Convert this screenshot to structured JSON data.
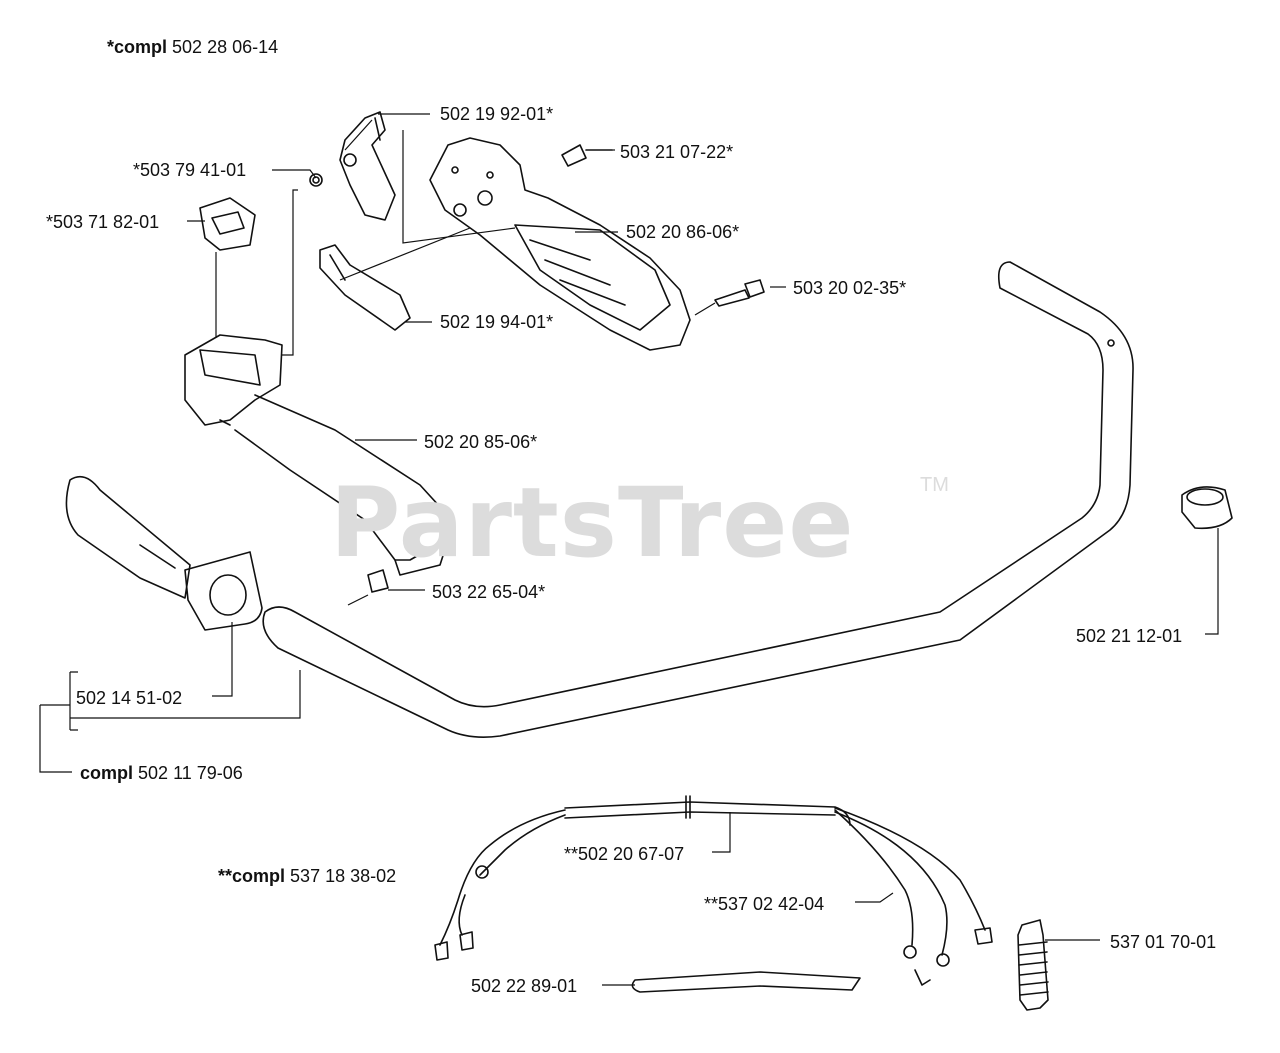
{
  "watermark": {
    "text": "PartsTree",
    "tm": "TM"
  },
  "labels": {
    "compl_top": {
      "prefix": "*compl",
      "number": "502 28 06-14"
    },
    "p_502_19_92_01": "502 19 92-01*",
    "p_503_21_07_22": "503 21 07-22*",
    "p_503_79_41_01": "*503 79 41-01",
    "p_503_71_82_01": "*503 71 82-01",
    "p_502_20_86_06": "502 20 86-06*",
    "p_503_20_02_35": "503 20 02-35*",
    "p_502_19_94_01": "502 19 94-01*",
    "p_502_20_85_06": "502 20 85-06*",
    "p_503_22_65_04": "503 22 65-04*",
    "p_502_21_12_01": "502 21 12-01",
    "p_502_14_51_02": "502 14 51-02",
    "compl_mid": {
      "prefix": "compl",
      "number": "502 11 79-06"
    },
    "p_502_20_67_07": "**502 20 67-07",
    "compl_bottom": {
      "prefix": "**compl",
      "number": "537 18 38-02"
    },
    "p_537_02_42_04": "**537 02 42-04",
    "p_537_01_70_01": "537 01 70-01",
    "p_502_22_89_01": "502 22 89-01"
  }
}
